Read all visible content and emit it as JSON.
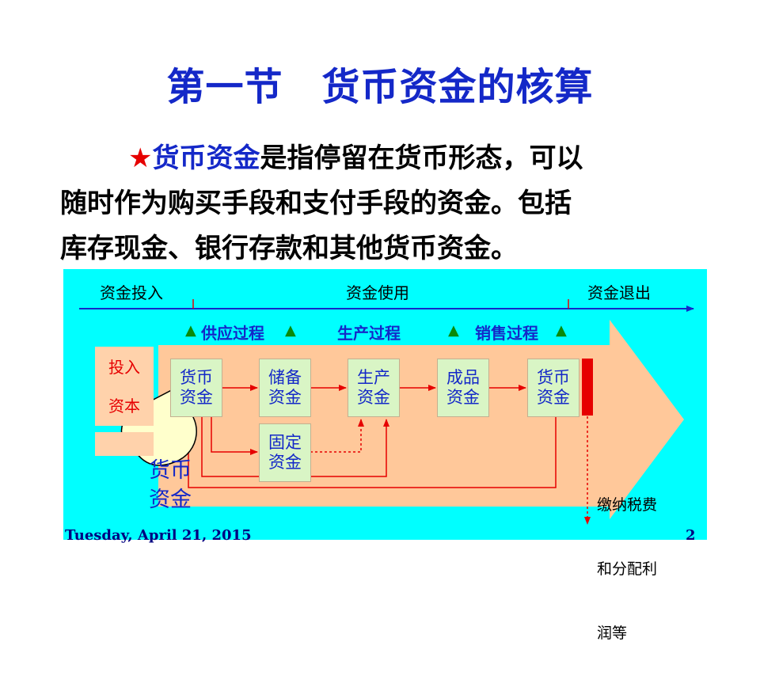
{
  "slide": {
    "title": "第一节　货币资金的核算",
    "body": {
      "star": "★",
      "term": "货币资金",
      "line1_rest": "是指停留在货币形态，可以",
      "line2": "随时作为购买手段和支付手段的资金。包括",
      "line3": "库存现金、银行存款和其他货币资金。"
    },
    "footer": {
      "date": "Tuesday, April 21, 2015",
      "page": "2"
    }
  },
  "diagram": {
    "phases": [
      "资金投入",
      "资金使用",
      "资金退出"
    ],
    "processes": [
      "供应过程",
      "生产过程",
      "销售过程"
    ],
    "triangle": "▲",
    "input_capital": [
      "投入",
      "资本"
    ],
    "boxes": [
      {
        "id": "money1",
        "lines": [
          "货币",
          "资金"
        ]
      },
      {
        "id": "reserve",
        "lines": [
          "储备",
          "资金"
        ]
      },
      {
        "id": "production",
        "lines": [
          "生产",
          "资金"
        ]
      },
      {
        "id": "finished",
        "lines": [
          "成品",
          "资金"
        ]
      },
      {
        "id": "money2",
        "lines": [
          "货币",
          "资金"
        ]
      },
      {
        "id": "fixed",
        "lines": [
          "固定",
          "资金"
        ]
      }
    ],
    "bubble": [
      "货币",
      "资金"
    ],
    "exit_note": [
      "缴纳税费",
      "和分配利",
      "润等"
    ],
    "colors": {
      "background": "#00ffff",
      "arrow_body": "#ffc89a",
      "box_fill": "#d9f5c5",
      "flow_line": "#e60000",
      "axis_line": "#1428c8"
    }
  }
}
